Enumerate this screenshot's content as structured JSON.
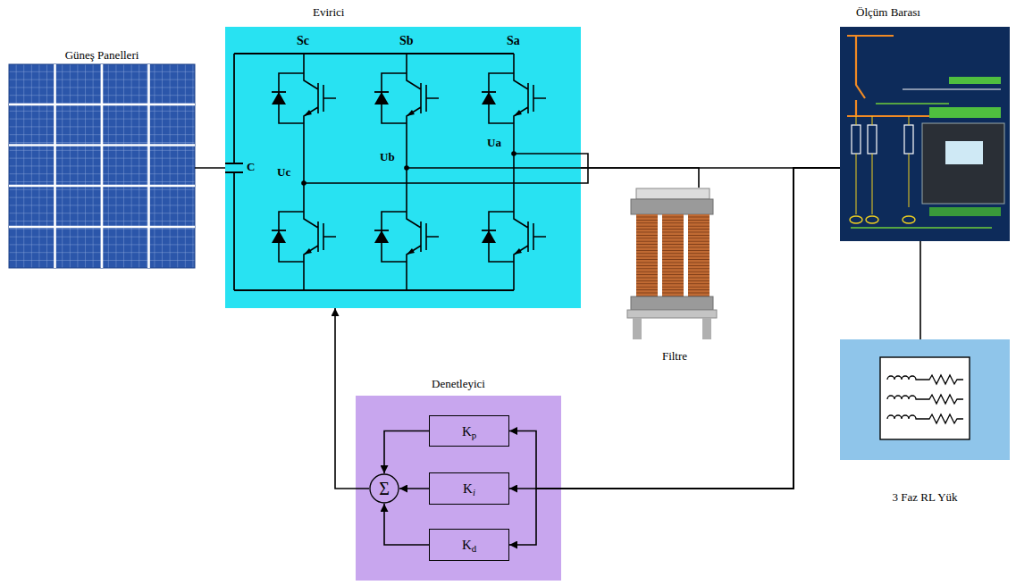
{
  "diagram": {
    "nodes": [
      {
        "text": [
          "Güneş Panelleri"
        ]
      },
      {
        "text": [
          "Evirici"
        ]
      },
      {
        "text": [
          "Ölçüm Barası"
        ]
      },
      {
        "text": [
          "Filtre"
        ]
      },
      {
        "text": [
          "3 Faz RL Yük"
        ]
      },
      {
        "text": [
          "Denetleyici"
        ]
      },
      {
        "text": [
          "Kp"
        ],
        "in": 5
      },
      {
        "text": [
          "Ki"
        ],
        "in": 5
      },
      {
        "text": [
          "Kd"
        ],
        "in": 5
      },
      {
        "text": [
          "Σ"
        ],
        "in": 5
      }
    ],
    "edges": [
      {
        "from": 0,
        "to": 1,
        "arrow": "none"
      },
      {
        "from": 1,
        "to": 3,
        "arrow": "none"
      },
      {
        "from": 1,
        "to": 2,
        "arrow": "none"
      },
      {
        "from": 2,
        "to": 4,
        "arrow": "none"
      },
      {
        "from": 2,
        "to": 6,
        "arrow": "to"
      },
      {
        "from": 2,
        "to": 7,
        "arrow": "to"
      },
      {
        "from": 2,
        "to": 8,
        "arrow": "to"
      },
      {
        "from": 6,
        "to": 9,
        "arrow": "to"
      },
      {
        "from": 7,
        "to": 9,
        "arrow": "to"
      },
      {
        "from": 8,
        "to": 9,
        "arrow": "to"
      },
      {
        "from": 9,
        "to": 1,
        "arrow": "to"
      }
    ],
    "labels": [
      "Sc",
      "Sb",
      "Sa",
      "Ua",
      "Ub",
      "C",
      "Uc"
    ]
  }
}
